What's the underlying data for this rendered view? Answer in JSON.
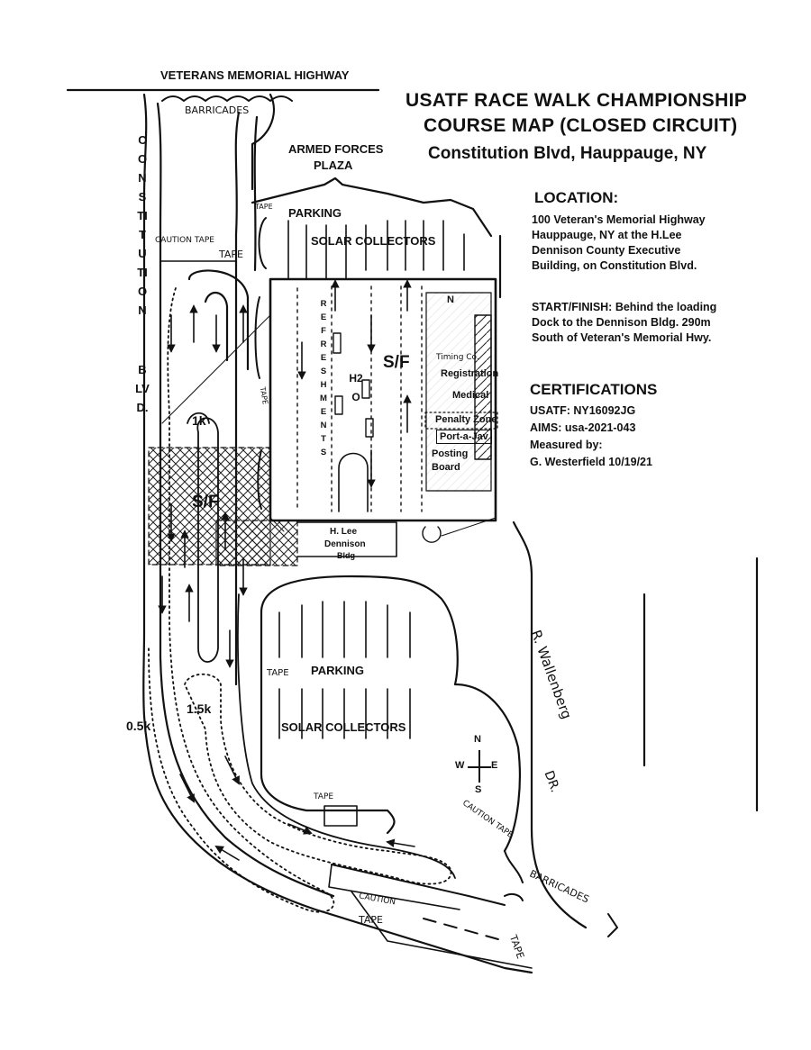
{
  "header": {
    "title_line1": "USATF RACE WALK CHAMPIONSHIP",
    "title_line2": "COURSE MAP (CLOSED CIRCUIT)",
    "subtitle": "Constitution Blvd, Hauppauge, NY"
  },
  "location": {
    "heading": "LOCATION:",
    "lines": [
      "100 Veteran's Memorial Highway",
      "Hauppauge, NY  at the H.Lee",
      "Dennison County Executive",
      "Building, on Constitution Blvd."
    ],
    "start_finish": [
      "START/FINISH: Behind the loading",
      "Dock to the Dennison Bldg.  290m",
      "South of Veteran's Memorial Hwy."
    ]
  },
  "certifications": {
    "heading": "CERTIFICATIONS",
    "lines": [
      "USATF: NY16092JG",
      "AIMS: usa-2021-043",
      "Measured by:",
      "G. Westerfield 10/19/21"
    ]
  },
  "map": {
    "road_top": "VETERANS MEMORIAL HIGHWAY",
    "barricades_top": "BARRICADES",
    "armed_forces_1": "ARMED FORCES",
    "armed_forces_2": "PLAZA",
    "constitution": "CONSTITUTION",
    "blvd": "BLVD.",
    "parking_top": "PARKING",
    "solar_top": "SOLAR COLLECTORS",
    "caution_tape_left": "CAUTION TAPE",
    "tape_left": "TAPE",
    "tape_top_small": "TAPE",
    "refreshments": "REFRESHMENTS",
    "h2o": "H2O",
    "sf_main": "S/F",
    "sf_left": "S/F",
    "timing": "Timing Co.",
    "registration": "Registration",
    "medical": "Medical",
    "penalty_zone": "Penalty Zone",
    "port_a_jav": "Port-a-Jav",
    "posting_1": "Posting",
    "posting_2": "Board",
    "north_small": "N",
    "km_1": "1k",
    "km_15": "1.5k",
    "km_05": "0.5k",
    "tape_mid": "TAPE",
    "tape_vertical": "TAPE",
    "dennison_1": "H. Lee",
    "dennison_2": "Dennison",
    "dennison_3": "Bldg",
    "parking_bottom": "PARKING",
    "solar_bottom": "SOLAR COLLECTORS",
    "compass_n": "N",
    "compass_s": "S",
    "compass_e": "E",
    "compass_w": "W",
    "tape_bottom_lot": "TAPE",
    "caution_tape_right": "CAUTION TAPE",
    "barricades_bottom": "BARRICADES",
    "caution_bottom": "CAUTION",
    "tape_bottom": "TAPE",
    "tape_far_bottom": "TAPE",
    "wallenberg": "R. Wallenberg",
    "dr": "DR."
  }
}
